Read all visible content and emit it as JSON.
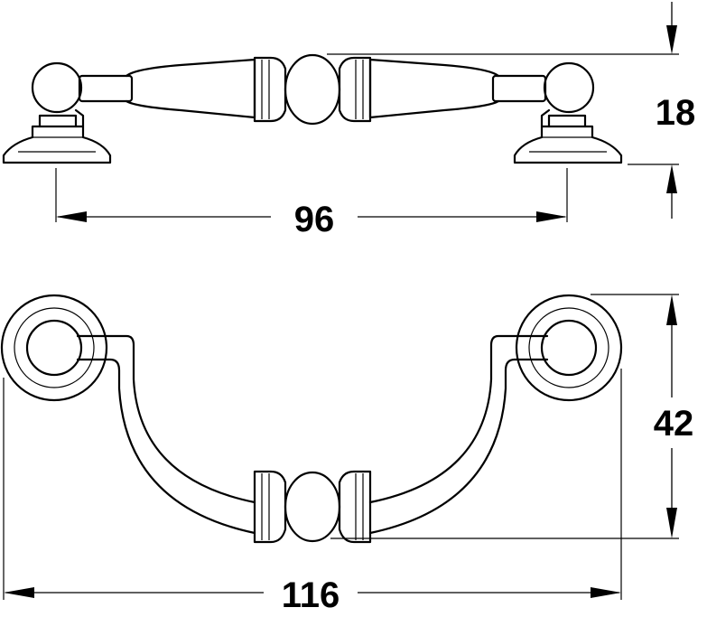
{
  "dimensions": {
    "height_top": "18",
    "center_distance": "96",
    "projection": "42",
    "overall_length": "116"
  }
}
